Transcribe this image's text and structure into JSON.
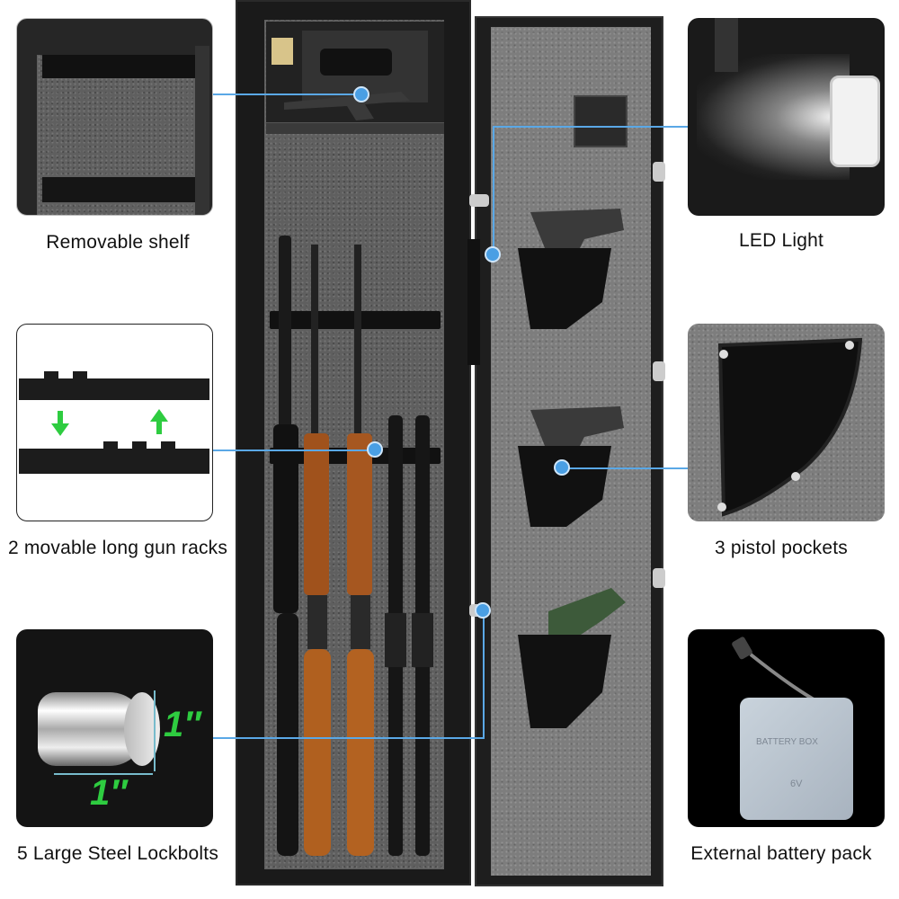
{
  "features": {
    "removable_shelf": "Removable shelf",
    "led_light": "LED Light",
    "gun_racks": "2 movable long gun racks",
    "pistol_pockets": "3 pistol pockets",
    "lockbolts": "5 Large Steel Lockbolts",
    "battery_pack": "External battery pack"
  },
  "lockbolt_dims": {
    "height": "1″",
    "width": "1″"
  },
  "battery_label": {
    "name": "BATTERY BOX",
    "voltage": "6V"
  },
  "colors": {
    "accent": "#4a9fe4",
    "arrow_green": "#2ecc40",
    "steel_black": "#1c1c1c",
    "felt_gray": "#7d7d7d",
    "wood": "#a0521c"
  }
}
